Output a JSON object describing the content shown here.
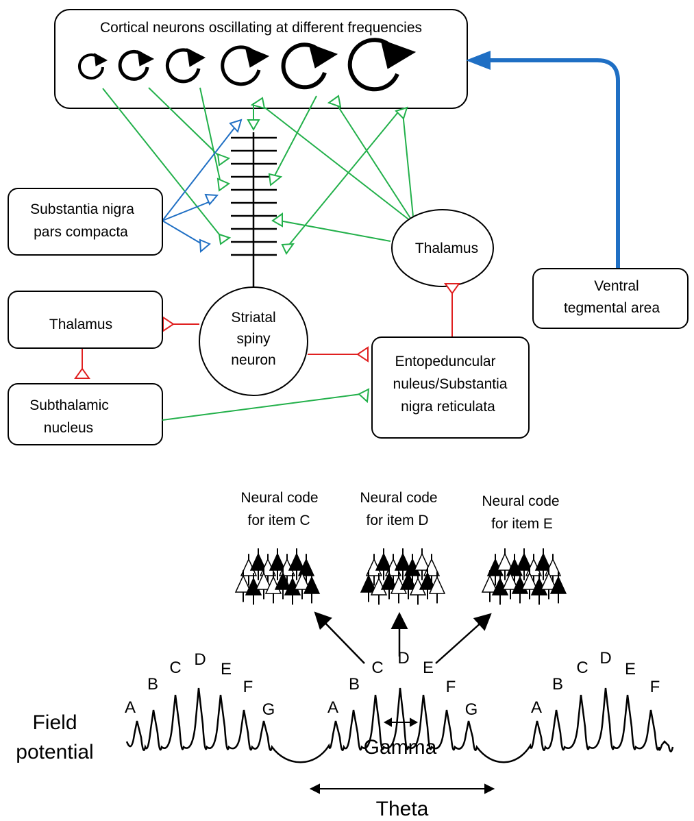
{
  "diagram_top": {
    "cortex_label": "Cortical neurons oscillating at different frequencies",
    "snc_line1": "Substantia nigra",
    "snc_line2": "pars compacta",
    "thalamus_right": "Thalamus",
    "vta_line1": "Ventral",
    "vta_line2": "tegmental area",
    "thalamus_left": "Thalamus",
    "striatal_line1": "Striatal",
    "striatal_line2": "spiny",
    "striatal_line3": "neuron",
    "stn_line1": "Subthalamic",
    "stn_line2": "nucleus",
    "ep_line1": "Entopeduncular",
    "ep_line2": "nuleus/Substantia",
    "ep_line3": "nigra reticulata",
    "colors": {
      "excitatory": "#22b04a",
      "dopamine": "#1f6fc4",
      "inhibitory": "#e02020"
    }
  },
  "diagram_bottom": {
    "code_c_line1": "Neural code",
    "code_c_line2": "for item C",
    "code_d_line1": "Neural code",
    "code_d_line2": "for item D",
    "code_e_line1": "Neural code",
    "code_e_line2": "for item E",
    "field_line1": "Field",
    "field_line2": "potential",
    "gamma": "Gamma",
    "theta": "Theta",
    "wave_letters": [
      "A",
      "B",
      "C",
      "D",
      "E",
      "F",
      "G"
    ]
  }
}
